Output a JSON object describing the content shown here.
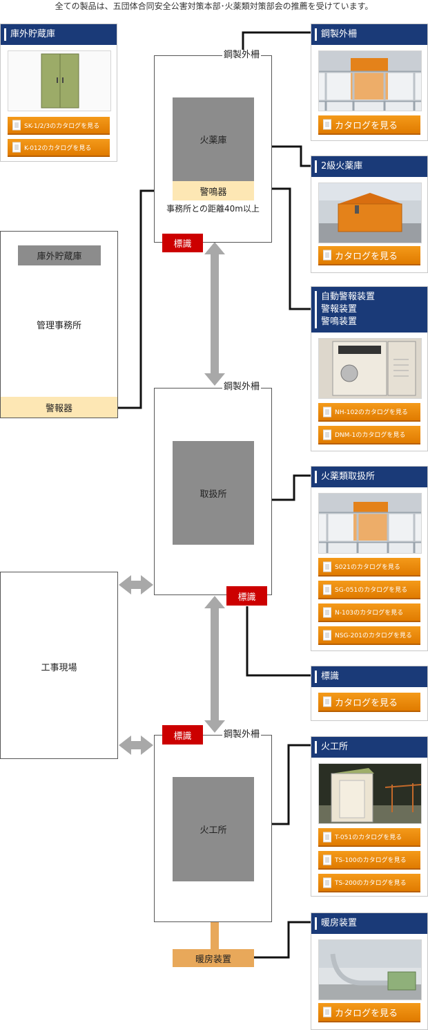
{
  "notice": "全ての製品は、五団体合同安全公害対策本部･火薬類対策部会の推薦を受けています。",
  "left_card": {
    "title": "庫外貯蔵庫",
    "buttons": [
      "SK-1/2/3のカタログを見る",
      "K-012のカタログを見る"
    ]
  },
  "diagram": {
    "fence1": "鋼製外柵",
    "fence2": "鋼製外柵",
    "fence3": "鋼製外柵",
    "magazine": "火薬庫",
    "alarm_sounder": "警鳴器",
    "distance_note": "事務所との距離40m以上",
    "sign1": "標識",
    "sign2": "標識",
    "sign3": "標識",
    "office": "管理事務所",
    "office_storage": "庫外貯蔵庫",
    "office_alarm": "警報器",
    "handling": "取扱所",
    "site": "工事現場",
    "fireworks": "火工所",
    "heater": "暖房装置"
  },
  "cards": {
    "steel_fence": {
      "title": "鋼製外柵",
      "button": "カタログを見る"
    },
    "magazine2": {
      "title": "2級火薬庫",
      "button": "カタログを見る"
    },
    "alarm": {
      "title_lines": [
        "自動警報装置",
        "警報装置",
        "警鳴装置"
      ],
      "buttons": [
        "NH-102のカタログを見る",
        "DNM-1のカタログを見る"
      ]
    },
    "handling": {
      "title": "火薬類取扱所",
      "buttons": [
        "S021のカタログを見る",
        "SG-051のカタログを見る",
        "N-103のカタログを見る",
        "NSG-201のカタログを見る"
      ]
    },
    "sign": {
      "title": "標識",
      "button": "カタログを見る"
    },
    "fireworks": {
      "title": "火工所",
      "buttons": [
        "T-051のカタログを見る",
        "TS-100のカタログを見る",
        "TS-200のカタログを見る"
      ]
    },
    "heater": {
      "title": "暖房装置",
      "button": "カタログを見る"
    }
  },
  "colors": {
    "header": "#1a3a78",
    "button": "#e98a0c",
    "sign": "#cc0000",
    "gray_box": "#8c8c8c",
    "beige": "#fde7b4",
    "heater": "#e8a85a",
    "arrow": "#a8a8a8"
  }
}
